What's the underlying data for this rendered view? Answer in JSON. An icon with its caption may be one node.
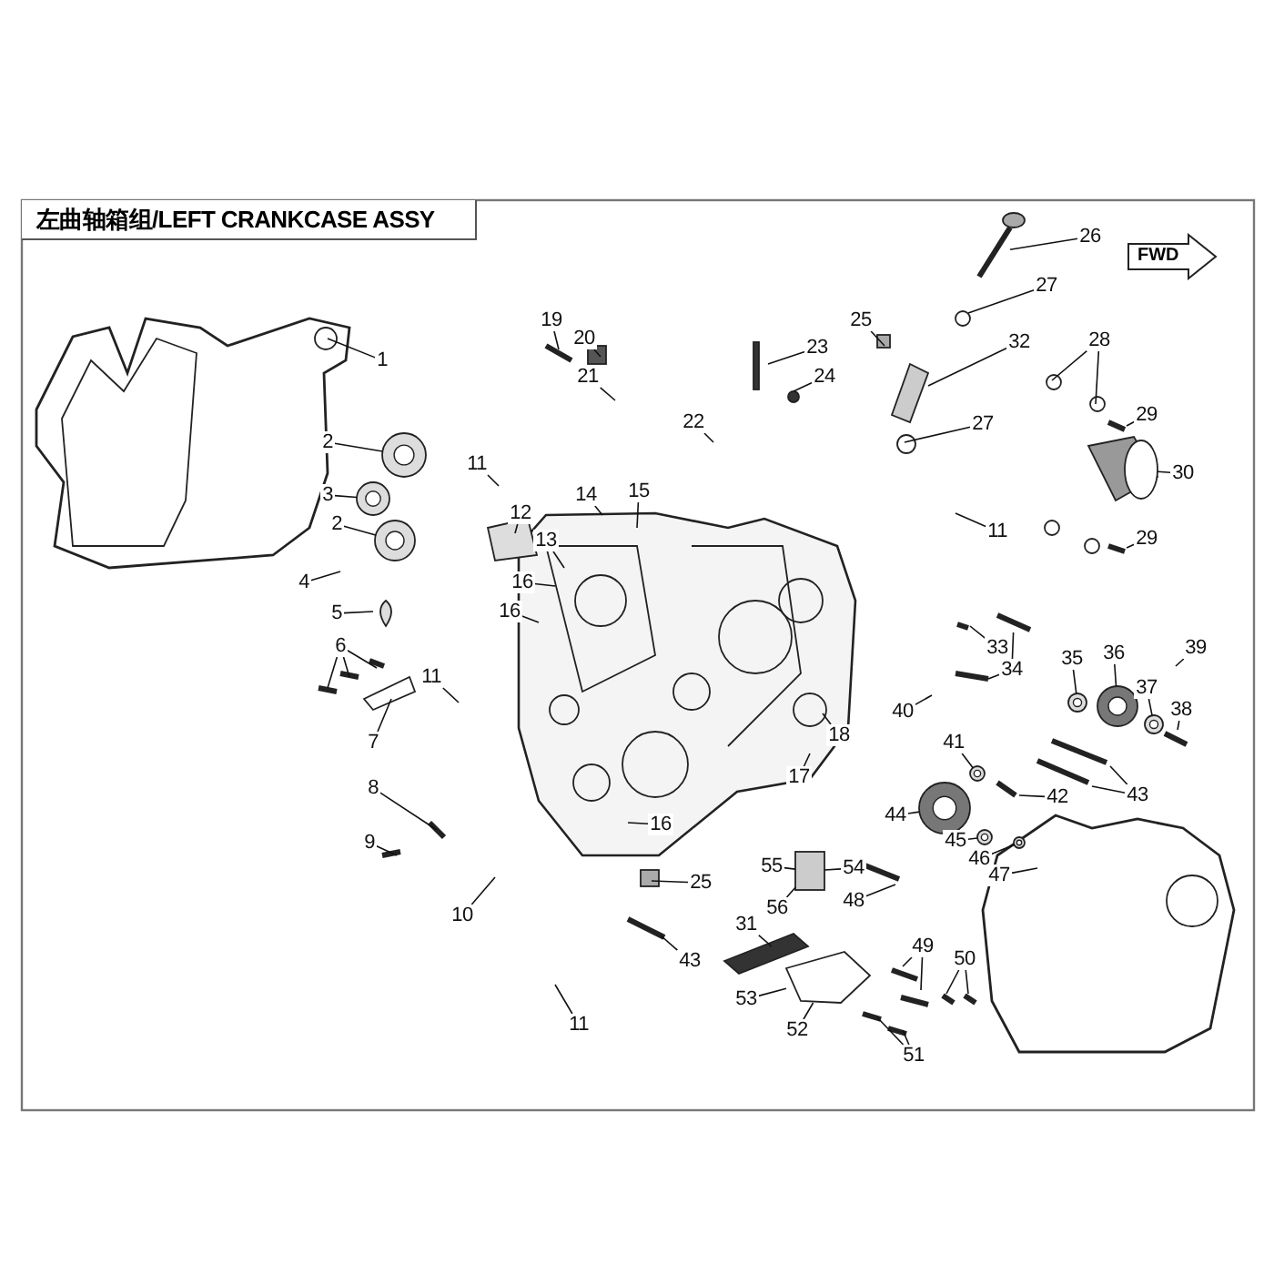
{
  "diagram": {
    "title": "左曲轴箱组/LEFT CRANKCASE ASSY",
    "nodes": [
      {
        "text": [
          "FWD"
        ]
      },
      {
        "text": [
          "1"
        ]
      },
      {
        "text": [
          "2"
        ]
      },
      {
        "text": [
          "3"
        ]
      },
      {
        "text": [
          "2"
        ]
      },
      {
        "text": [
          "4"
        ]
      },
      {
        "text": [
          "5"
        ]
      },
      {
        "text": [
          "6"
        ]
      },
      {
        "text": [
          "7"
        ]
      },
      {
        "text": [
          "8"
        ]
      },
      {
        "text": [
          "9"
        ]
      },
      {
        "text": [
          "10"
        ]
      },
      {
        "text": [
          "11"
        ]
      },
      {
        "text": [
          "11"
        ]
      },
      {
        "text": [
          "11"
        ]
      },
      {
        "text": [
          "11"
        ]
      },
      {
        "text": [
          "12"
        ]
      },
      {
        "text": [
          "13"
        ]
      },
      {
        "text": [
          "14"
        ]
      },
      {
        "text": [
          "15"
        ]
      },
      {
        "text": [
          "16"
        ]
      },
      {
        "text": [
          "16"
        ]
      },
      {
        "text": [
          "16"
        ]
      },
      {
        "text": [
          "17"
        ]
      },
      {
        "text": [
          "18"
        ]
      },
      {
        "text": [
          "19"
        ]
      },
      {
        "text": [
          "20"
        ]
      },
      {
        "text": [
          "21"
        ]
      },
      {
        "text": [
          "22"
        ]
      },
      {
        "text": [
          "23"
        ]
      },
      {
        "text": [
          "24"
        ]
      },
      {
        "text": [
          "25"
        ]
      },
      {
        "text": [
          "25"
        ]
      },
      {
        "text": [
          "26"
        ]
      },
      {
        "text": [
          "27"
        ]
      },
      {
        "text": [
          "27"
        ]
      },
      {
        "text": [
          "28"
        ]
      },
      {
        "text": [
          "29"
        ]
      },
      {
        "text": [
          "29"
        ]
      },
      {
        "text": [
          "30"
        ]
      },
      {
        "text": [
          "31"
        ]
      },
      {
        "text": [
          "32"
        ]
      },
      {
        "text": [
          "33"
        ]
      },
      {
        "text": [
          "34"
        ]
      },
      {
        "text": [
          "35"
        ]
      },
      {
        "text": [
          "36"
        ]
      },
      {
        "text": [
          "37"
        ]
      },
      {
        "text": [
          "38"
        ]
      },
      {
        "text": [
          "39"
        ]
      },
      {
        "text": [
          "40"
        ]
      },
      {
        "text": [
          "41"
        ]
      },
      {
        "text": [
          "42"
        ]
      },
      {
        "text": [
          "43"
        ]
      },
      {
        "text": [
          "43"
        ]
      },
      {
        "text": [
          "44"
        ]
      },
      {
        "text": [
          "45"
        ]
      },
      {
        "text": [
          "46"
        ]
      },
      {
        "text": [
          "47"
        ]
      },
      {
        "text": [
          "48"
        ]
      },
      {
        "text": [
          "49"
        ]
      },
      {
        "text": [
          "50"
        ]
      },
      {
        "text": [
          "51"
        ]
      },
      {
        "text": [
          "52"
        ]
      },
      {
        "text": [
          "53"
        ]
      },
      {
        "text": [
          "54"
        ]
      },
      {
        "text": [
          "55"
        ]
      },
      {
        "text": [
          "56"
        ]
      },
      {
        "text": [],
        "shape": "circle"
      },
      {
        "text": [],
        "shape": "bar"
      },
      {
        "text": [],
        "shape": "circle"
      },
      {
        "text": [],
        "shape": "circle"
      },
      {
        "text": [],
        "shape": "circle"
      },
      {
        "text": [],
        "shape": "circle"
      },
      {
        "text": [],
        "shape": "circle"
      },
      {
        "text": [],
        "shape": "box"
      },
      {
        "text": [],
        "shape": "circle"
      },
      {
        "text": [],
        "shape": "circle"
      },
      {
        "text": [],
        "shape": "circle"
      },
      {
        "text": [],
        "shape": "circle"
      },
      {
        "text": [],
        "shape": "plate"
      },
      {
        "text": [],
        "shape": "cylinder"
      },
      {
        "text": [],
        "shape": "bar"
      }
    ],
    "edges": [
      {
        "from": 1,
        "to": null,
        "arrow": "none"
      },
      {
        "from": 2,
        "to": 67,
        "arrow": "none"
      },
      {
        "from": 3,
        "to": 69,
        "arrow": "none"
      },
      {
        "from": 4,
        "to": 70,
        "arrow": "none"
      },
      {
        "from": 5,
        "to": null,
        "arrow": "none"
      },
      {
        "from": 6,
        "to": null,
        "arrow": "none"
      },
      {
        "from": 7,
        "to": null,
        "arrow": "none"
      },
      {
        "from": 7,
        "to": null,
        "arrow": "none"
      },
      {
        "from": 7,
        "to": null,
        "arrow": "none"
      },
      {
        "from": 8,
        "to": null,
        "arrow": "none"
      },
      {
        "from": 9,
        "to": null,
        "arrow": "none"
      },
      {
        "from": 10,
        "to": null,
        "arrow": "none"
      },
      {
        "from": 11,
        "to": null,
        "arrow": "none"
      },
      {
        "from": 12,
        "to": null,
        "arrow": "none"
      },
      {
        "from": 13,
        "to": null,
        "arrow": "none"
      },
      {
        "from": 14,
        "to": null,
        "arrow": "none"
      },
      {
        "from": 15,
        "to": null,
        "arrow": "none"
      },
      {
        "from": 16,
        "to": null,
        "arrow": "none"
      },
      {
        "from": 17,
        "to": null,
        "arrow": "none"
      },
      {
        "from": 18,
        "to": null,
        "arrow": "none"
      },
      {
        "from": 19,
        "to": null,
        "arrow": "none"
      },
      {
        "from": 20,
        "to": null,
        "arrow": "none"
      },
      {
        "from": 21,
        "to": null,
        "arrow": "none"
      },
      {
        "from": 22,
        "to": null,
        "arrow": "none"
      },
      {
        "from": 23,
        "to": null,
        "arrow": "none"
      },
      {
        "from": 24,
        "to": null,
        "arrow": "none"
      },
      {
        "from": 25,
        "to": null,
        "arrow": "none"
      },
      {
        "from": 26,
        "to": null,
        "arrow": "none"
      },
      {
        "from": 27,
        "to": null,
        "arrow": "none"
      },
      {
        "from": 28,
        "to": null,
        "arrow": "none"
      },
      {
        "from": 29,
        "to": null,
        "arrow": "none"
      },
      {
        "from": 30,
        "to": null,
        "arrow": "none"
      },
      {
        "from": 31,
        "to": null,
        "arrow": "none"
      },
      {
        "from": 32,
        "to": null,
        "arrow": "none"
      },
      {
        "from": 33,
        "to": 68,
        "arrow": "none"
      },
      {
        "from": 34,
        "to": null,
        "arrow": "none"
      },
      {
        "from": 35,
        "to": null,
        "arrow": "none"
      },
      {
        "from": 36,
        "to": null,
        "arrow": "none"
      },
      {
        "from": 36,
        "to": null,
        "arrow": "none"
      },
      {
        "from": 37,
        "to": null,
        "arrow": "none"
      },
      {
        "from": 38,
        "to": null,
        "arrow": "none"
      },
      {
        "from": 39,
        "to": 80,
        "arrow": "none"
      },
      {
        "from": 40,
        "to": null,
        "arrow": "none"
      },
      {
        "from": 41,
        "to": null,
        "arrow": "none"
      },
      {
        "from": 42,
        "to": null,
        "arrow": "none"
      },
      {
        "from": 43,
        "to": 81,
        "arrow": "none"
      },
      {
        "from": 43,
        "to": null,
        "arrow": "none"
      },
      {
        "from": 44,
        "to": 72,
        "arrow": "none"
      },
      {
        "from": 45,
        "to": 71,
        "arrow": "none"
      },
      {
        "from": 46,
        "to": 73,
        "arrow": "none"
      },
      {
        "from": 47,
        "to": null,
        "arrow": "none"
      },
      {
        "from": 48,
        "to": null,
        "arrow": "none"
      },
      {
        "from": 49,
        "to": null,
        "arrow": "none"
      },
      {
        "from": 50,
        "to": 75,
        "arrow": "none"
      },
      {
        "from": 51,
        "to": null,
        "arrow": "none"
      },
      {
        "from": 52,
        "to": null,
        "arrow": "none"
      },
      {
        "from": 52,
        "to": null,
        "arrow": "none"
      },
      {
        "from": 53,
        "to": null,
        "arrow": "none"
      },
      {
        "from": 54,
        "to": 76,
        "arrow": "none"
      },
      {
        "from": 55,
        "to": 77,
        "arrow": "none"
      },
      {
        "from": 56,
        "to": 78,
        "arrow": "none"
      },
      {
        "from": 57,
        "to": null,
        "arrow": "none"
      },
      {
        "from": 58,
        "to": null,
        "arrow": "none"
      },
      {
        "from": 59,
        "to": null,
        "arrow": "none"
      },
      {
        "from": 59,
        "to": null,
        "arrow": "none"
      },
      {
        "from": 60,
        "to": null,
        "arrow": "none"
      },
      {
        "from": 60,
        "to": null,
        "arrow": "none"
      },
      {
        "from": 61,
        "to": null,
        "arrow": "none"
      },
      {
        "from": 61,
        "to": null,
        "arrow": "none"
      },
      {
        "from": 62,
        "to": 79,
        "arrow": "none"
      },
      {
        "from": 63,
        "to": 79,
        "arrow": "none"
      },
      {
        "from": 64,
        "to": 74,
        "arrow": "none"
      },
      {
        "from": 65,
        "to": 74,
        "arrow": "none"
      },
      {
        "from": 66,
        "to": 74,
        "arrow": "none"
      }
    ]
  }
}
